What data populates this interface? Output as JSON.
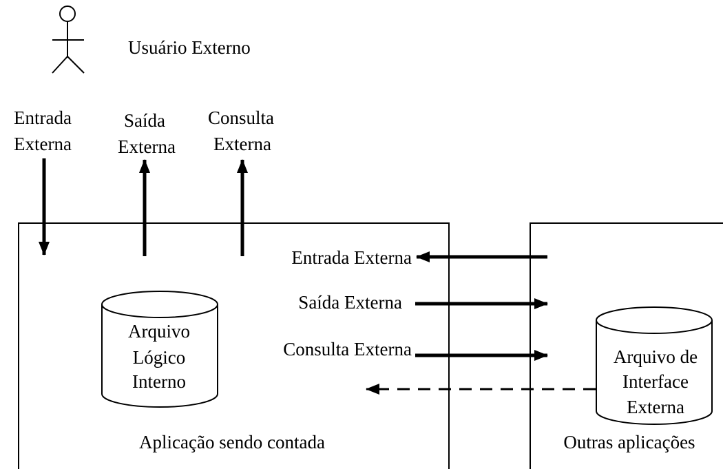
{
  "actor": {
    "label": "Usuário Externo",
    "icon": "stick-figure-icon"
  },
  "top_flows": [
    {
      "line1": "Entrada",
      "line2": "Externa",
      "direction": "in"
    },
    {
      "line1": "Saída",
      "line2": "Externa",
      "direction": "out"
    },
    {
      "line1": "Consulta",
      "line2": "Externa",
      "direction": "out"
    }
  ],
  "application": {
    "label": "Aplicação sendo contada",
    "file": {
      "line1": "Arquivo",
      "line2": "Lógico",
      "line3": "Interno",
      "icon": "database-cylinder-icon"
    }
  },
  "other": {
    "label": "Outras aplicações",
    "file": {
      "line1": "Arquivo de",
      "line2": "Interface",
      "line3": "Externa",
      "icon": "database-cylinder-icon"
    }
  },
  "side_flows": [
    {
      "label": "Entrada Externa",
      "direction": "in",
      "style": "solid"
    },
    {
      "label": "Saída Externa",
      "direction": "out",
      "style": "solid"
    },
    {
      "label": "Consulta Externa",
      "direction": "out",
      "style": "solid"
    },
    {
      "label": "",
      "direction": "in",
      "style": "dashed"
    }
  ],
  "colors": {
    "stroke": "#000000",
    "background": "#ffffff"
  }
}
